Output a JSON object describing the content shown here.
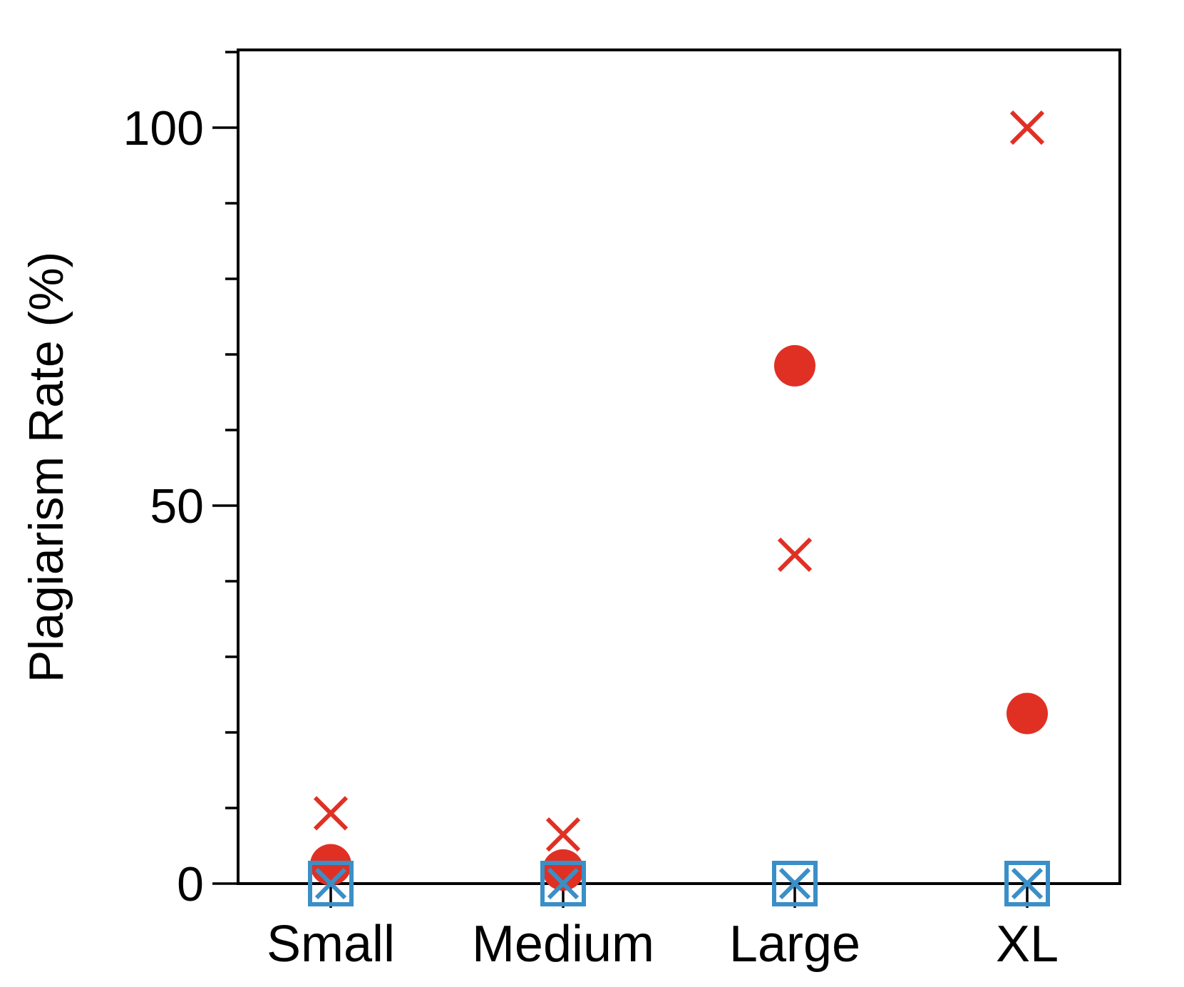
{
  "chart_data": {
    "type": "scatter",
    "title": "",
    "xlabel": "",
    "ylabel": "Plagiarism Rate (%)",
    "categories": [
      "Small",
      "Medium",
      "Large",
      "XL"
    ],
    "ylim": [
      0,
      110
    ],
    "yticks_major": [
      0,
      50,
      100
    ],
    "ytick_labels": [
      "0",
      "50",
      "100"
    ],
    "yticks_minor_step": 10,
    "grid": false,
    "legend": "none",
    "series": [
      {
        "marker": "filled-circle",
        "color": "#e03024",
        "values": [
          2.5,
          1.8,
          68.5,
          22.5
        ]
      },
      {
        "marker": "x",
        "color": "#e03024",
        "values": [
          9.3,
          6.5,
          43.5,
          100
        ]
      },
      {
        "marker": "hollow-square",
        "color": "#3a8fc7",
        "values": [
          0,
          0,
          0,
          0
        ]
      },
      {
        "marker": "x",
        "color": "#3a8fc7",
        "values": [
          0,
          0,
          0,
          0
        ]
      }
    ]
  }
}
